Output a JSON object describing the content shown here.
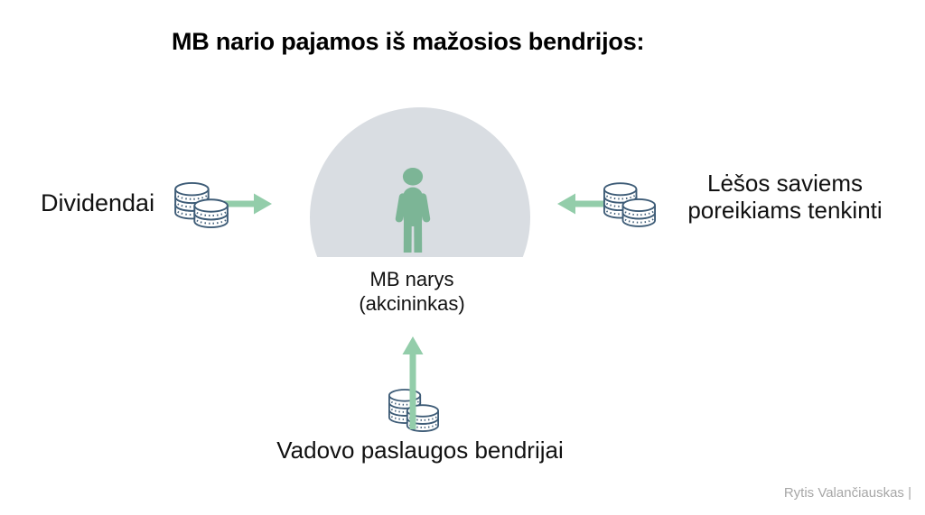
{
  "slide": {
    "title": "MB nario pajamos iš mažosios bendrijos:",
    "center_node": {
      "icon": "person-icon",
      "label_line1": "MB narys",
      "label_line2": "(akcininkas)"
    },
    "flows": {
      "left": {
        "label": "Dividendai",
        "icon": "coins-icon",
        "arrow": "arrow-right-icon"
      },
      "right": {
        "label_line1": "Lėšos saviems",
        "label_line2": "poreikiams tenkinti",
        "icon": "coins-icon",
        "arrow": "arrow-left-icon"
      },
      "bottom": {
        "label": "Vadovo paslaugos bendrijai",
        "icon": "coins-icon",
        "arrow": "arrow-up-icon"
      }
    },
    "footer": {
      "credit": "Rytis Valančiauskas |"
    },
    "colors": {
      "arrow_green": "#93cdaa",
      "person_green": "#7cb596",
      "dome_gray": "#d9dde2",
      "coin_outline": "#3e5c77",
      "title_black": "#000000",
      "footer_gray": "#a7a7a7",
      "background": "#ffffff"
    }
  }
}
